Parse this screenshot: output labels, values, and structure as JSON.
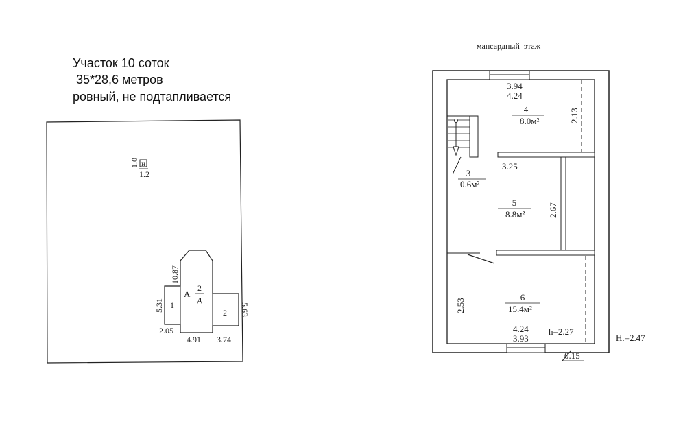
{
  "plot_info": {
    "line1": "Участок 10 соток",
    "line2": " 35*28,6 метров",
    "line3": "ровный, не подтапливается"
  },
  "site_plan": {
    "small_building": {
      "dim_a": "1.0",
      "dim_b": "1.2",
      "mark": "Н"
    },
    "house": {
      "main_block": {
        "label_a": "А",
        "num": "2",
        "letter": "д"
      },
      "wing_left": {
        "num": "1"
      },
      "wing_right": {
        "num": "2"
      }
    },
    "dims": {
      "v_10_87": "10.87",
      "v_5_31": "5.31",
      "v_5_63": "5.63",
      "h_2_05": "2.05",
      "h_4_91": "4.91",
      "h_3_74": "3.74"
    }
  },
  "floor_plan": {
    "title": "мансардный  этаж",
    "rooms": [
      {
        "num": "4",
        "area": "8.0м²"
      },
      {
        "num": "3",
        "area": "0.6м²"
      },
      {
        "num": "5",
        "area": "8.8м²"
      },
      {
        "num": "6",
        "area": "15.4м²"
      }
    ],
    "dims": {
      "top_inner": "3.94",
      "top_outer": "4.24",
      "room4_height": "2.13",
      "room5_width": "3.25",
      "room5_height": "2.67",
      "room6_height": "2.53",
      "bottom_outer": "4.24",
      "bottom_inner": "3.93",
      "h_room": "h=2.27",
      "offset": "0.15"
    },
    "total_height": "Н.=2.47"
  }
}
